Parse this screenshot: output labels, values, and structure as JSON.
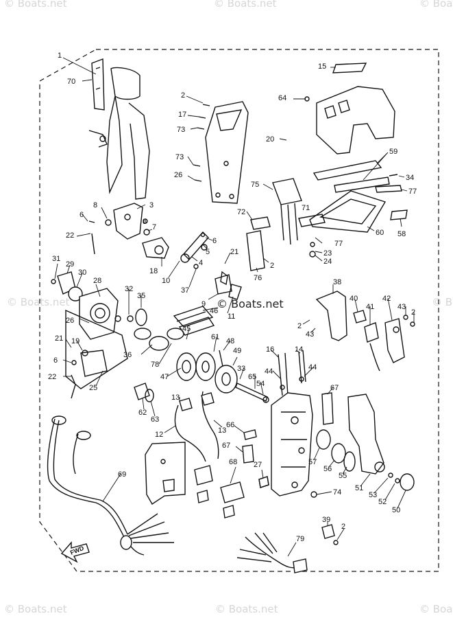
{
  "watermark": "© Boats.net",
  "fwd_label": "FWD",
  "labels": [
    {
      "id": "p1",
      "text": "1"
    },
    {
      "id": "p70",
      "text": "70"
    },
    {
      "id": "p2a",
      "text": "2"
    },
    {
      "id": "p17",
      "text": "17"
    },
    {
      "id": "p73a",
      "text": "73"
    },
    {
      "id": "p73b",
      "text": "73"
    },
    {
      "id": "p26a",
      "text": "26"
    },
    {
      "id": "p15",
      "text": "15"
    },
    {
      "id": "p64",
      "text": "64"
    },
    {
      "id": "p20",
      "text": "20"
    },
    {
      "id": "p59",
      "text": "59"
    },
    {
      "id": "p34",
      "text": "34"
    },
    {
      "id": "p77a",
      "text": "77"
    },
    {
      "id": "p75",
      "text": "75"
    },
    {
      "id": "p72",
      "text": "72"
    },
    {
      "id": "p71",
      "text": "71"
    },
    {
      "id": "p60",
      "text": "60"
    },
    {
      "id": "p58",
      "text": "58"
    },
    {
      "id": "p77b",
      "text": "77"
    },
    {
      "id": "p23",
      "text": "23"
    },
    {
      "id": "p24",
      "text": "24"
    },
    {
      "id": "p3",
      "text": "3"
    },
    {
      "id": "p8a",
      "text": "8"
    },
    {
      "id": "p6a",
      "text": "6"
    },
    {
      "id": "p8b",
      "text": "8"
    },
    {
      "id": "p7",
      "text": "7"
    },
    {
      "id": "p22a",
      "text": "22"
    },
    {
      "id": "p5",
      "text": "5"
    },
    {
      "id": "p6b",
      "text": "6"
    },
    {
      "id": "p21a",
      "text": "21"
    },
    {
      "id": "p2b",
      "text": "2"
    },
    {
      "id": "p76",
      "text": "76"
    },
    {
      "id": "p31",
      "text": "31"
    },
    {
      "id": "p29",
      "text": "29"
    },
    {
      "id": "p30",
      "text": "30"
    },
    {
      "id": "p18",
      "text": "18"
    },
    {
      "id": "p10",
      "text": "10"
    },
    {
      "id": "p4",
      "text": "4"
    },
    {
      "id": "p37",
      "text": "37"
    },
    {
      "id": "p28",
      "text": "28"
    },
    {
      "id": "p32",
      "text": "32"
    },
    {
      "id": "p35",
      "text": "35"
    },
    {
      "id": "p9",
      "text": "9"
    },
    {
      "id": "p46",
      "text": "46"
    },
    {
      "id": "p11",
      "text": "11"
    },
    {
      "id": "p38",
      "text": "38"
    },
    {
      "id": "p40",
      "text": "40"
    },
    {
      "id": "p41",
      "text": "41"
    },
    {
      "id": "p42",
      "text": "42"
    },
    {
      "id": "p43a",
      "text": "43"
    },
    {
      "id": "p2c",
      "text": "2"
    },
    {
      "id": "p2d",
      "text": "2"
    },
    {
      "id": "p43b",
      "text": "43"
    },
    {
      "id": "p26b",
      "text": "26"
    },
    {
      "id": "p45",
      "text": "45"
    },
    {
      "id": "p21b",
      "text": "21"
    },
    {
      "id": "p19",
      "text": "19"
    },
    {
      "id": "p6c",
      "text": "6"
    },
    {
      "id": "p22b",
      "text": "22"
    },
    {
      "id": "p36",
      "text": "36"
    },
    {
      "id": "p78",
      "text": "78"
    },
    {
      "id": "p61",
      "text": "61"
    },
    {
      "id": "p48",
      "text": "48"
    },
    {
      "id": "p16",
      "text": "16"
    },
    {
      "id": "p14",
      "text": "14"
    },
    {
      "id": "p49",
      "text": "49"
    },
    {
      "id": "p44a",
      "text": "44"
    },
    {
      "id": "p44b",
      "text": "44"
    },
    {
      "id": "p47",
      "text": "47"
    },
    {
      "id": "p33",
      "text": "33"
    },
    {
      "id": "p65",
      "text": "65"
    },
    {
      "id": "p54",
      "text": "54"
    },
    {
      "id": "p25",
      "text": "25"
    },
    {
      "id": "p13a",
      "text": "13"
    },
    {
      "id": "p67a",
      "text": "67"
    },
    {
      "id": "p62",
      "text": "62"
    },
    {
      "id": "p63",
      "text": "63"
    },
    {
      "id": "p13b",
      "text": "13"
    },
    {
      "id": "p66",
      "text": "66"
    },
    {
      "id": "p12",
      "text": "12"
    },
    {
      "id": "p67b",
      "text": "67"
    },
    {
      "id": "p57",
      "text": "57"
    },
    {
      "id": "p56",
      "text": "56"
    },
    {
      "id": "p55",
      "text": "55"
    },
    {
      "id": "p68",
      "text": "68"
    },
    {
      "id": "p27",
      "text": "27"
    },
    {
      "id": "p69",
      "text": "69"
    },
    {
      "id": "p51",
      "text": "51"
    },
    {
      "id": "p53",
      "text": "53"
    },
    {
      "id": "p52",
      "text": "52"
    },
    {
      "id": "p50",
      "text": "50"
    },
    {
      "id": "p74",
      "text": "74"
    },
    {
      "id": "p39",
      "text": "39"
    },
    {
      "id": "p2e",
      "text": "2"
    },
    {
      "id": "p79",
      "text": "79"
    }
  ]
}
